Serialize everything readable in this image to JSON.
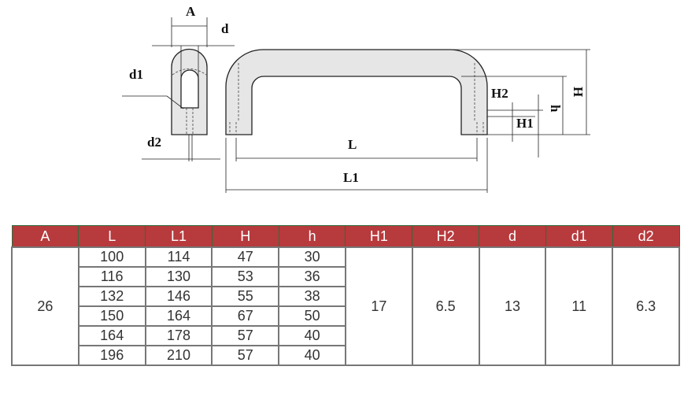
{
  "drawing": {
    "labels": {
      "A": "A",
      "d": "d",
      "d1": "d1",
      "d2": "d2",
      "L": "L",
      "L1": "L1",
      "H": "H",
      "h": "h",
      "H1": "H1",
      "H2": "H2"
    },
    "fill_color": "#e6e6e6"
  },
  "table": {
    "header_color": "#b73a3d",
    "headers": [
      "A",
      "L",
      "L1",
      "H",
      "h",
      "H1",
      "H2",
      "d",
      "d1",
      "d2"
    ],
    "A": "26",
    "rows": [
      {
        "L": "100",
        "L1": "114",
        "H": "47",
        "h": "30"
      },
      {
        "L": "116",
        "L1": "130",
        "H": "53",
        "h": "36"
      },
      {
        "L": "132",
        "L1": "146",
        "H": "55",
        "h": "38"
      },
      {
        "L": "150",
        "L1": "164",
        "H": "67",
        "h": "50"
      },
      {
        "L": "164",
        "L1": "178",
        "H": "57",
        "h": "40"
      },
      {
        "L": "196",
        "L1": "210",
        "H": "57",
        "h": "40"
      }
    ],
    "H1": "17",
    "H2": "6.5",
    "d": "13",
    "d1": "11",
    "d2": "6.3"
  }
}
